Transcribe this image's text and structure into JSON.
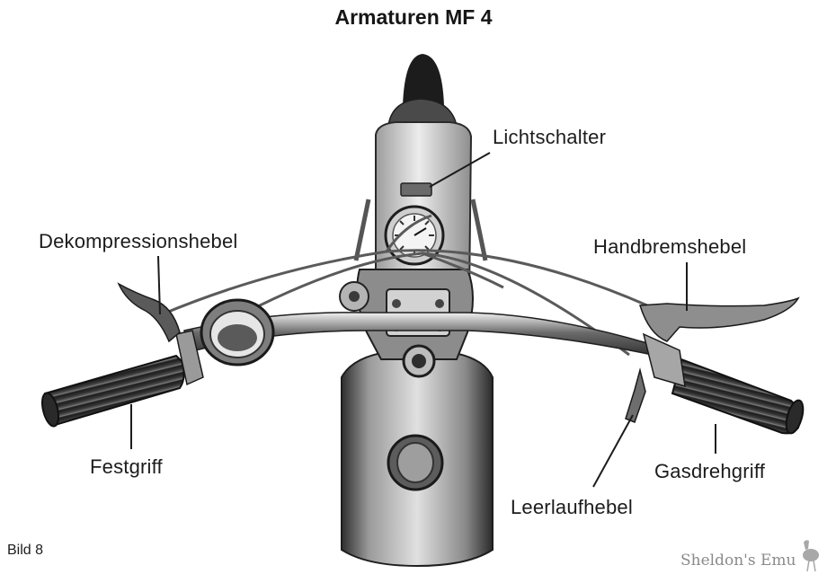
{
  "title": "Armaturen  MF 4",
  "figure_label": "Bild 8",
  "watermark": "Sheldon's Emu",
  "labels": {
    "lichtschalter": "Lichtschalter",
    "dekompressionshebel": "Dekompressionshebel",
    "handbremshebel": "Handbremshebel",
    "festgriff": "Festgriff",
    "gasdrehgriff": "Gasdrehgriff",
    "leerlaufhebel": "Leerlaufhebel"
  },
  "colors": {
    "ink": "#1c1c1c",
    "chrome_dark": "#3a3a3a",
    "body_light": "#d6d6d6",
    "grip": "#2a2a2a"
  }
}
